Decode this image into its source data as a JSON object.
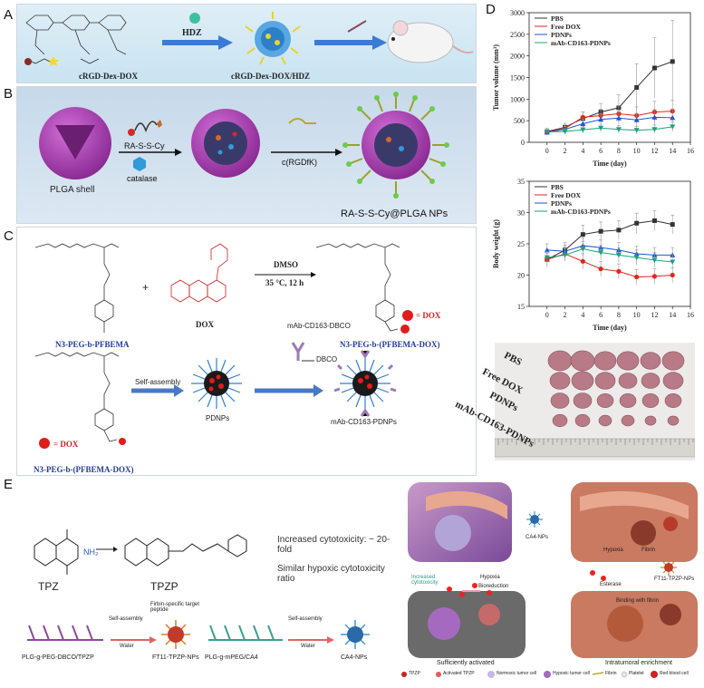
{
  "panels": {
    "A": {
      "letter": "A",
      "label_left": "cRGD-Dex-DOX",
      "reagent": "HDZ",
      "label_product": "cRGD-Dex-DOX/HDZ"
    },
    "B": {
      "letter": "B",
      "shell": "PLGA shell",
      "reagent1": "RA-S-S-Cy",
      "reagent2": "catalase",
      "reagent3": "c(RGDfK)",
      "product": "RA-S-S-Cy@PLGA NPs"
    },
    "C": {
      "letter": "C",
      "polymer": "N3-PEG-b-PFBEMA",
      "drug": "DOX",
      "solvent": "DMSO",
      "conditions": "35 °C, 12 h",
      "conjugate": "N3-PEG-b-(PFBEMA-DOX)",
      "eq_dox": "= DOX",
      "conjugate2": "N3-PEG-b-(PFBEMA-DOX)",
      "eq_dox2": "= DOX",
      "step1": "Self-assembly",
      "antibody": "mAb-CD163-DBCO",
      "dbco": "DBCO",
      "np1": "PDNPs",
      "np2": "mAb-CD163-PDNPs"
    },
    "D": {
      "letter": "D",
      "photo_rows": [
        "PBS",
        "Free DOX",
        "PDNPs",
        "mAb-CD163-PDNPs"
      ]
    },
    "E": {
      "letter": "E",
      "tpz": "TPZ",
      "tpzp": "TPZP",
      "text1": "Increased cytotoxicity: ~ 20-fold",
      "text2": "Similar hypoxic cytotoxicity ratio",
      "sa1": "Self-assembly",
      "water1": "Water",
      "peptide": "Firbin-specific target peptide",
      "poly1": "PLG-g-PEG-DBCO/TPZP",
      "np1": "FT11-TPZP-NPs",
      "poly2": "PLG-g-mPEG/CA4",
      "sa2": "Self-assembly",
      "water2": "Water",
      "np2": "CA4-NPs",
      "ca4": "CA4-NPs",
      "hypoxia": "Hypoxia",
      "fibrin": "Fibrin",
      "ft11": "FT11-TPZP-NPs",
      "esterase": "Esterase",
      "binding": "Binding with fibrin",
      "increased": "Increased cytotoxicity",
      "hypoxia2": "Hypoxia",
      "bioreduction": "Bioreduction",
      "activated": "Sufficiently activated",
      "enrichment": "Intratumoral enrichment",
      "legend": [
        "TPZP",
        "Activated TPZP",
        "Normoxic tumor cell",
        "Hypoxic tumor cell",
        "Fibrin",
        "Platelet",
        "Red blood cell"
      ]
    }
  },
  "chart_data": [
    {
      "type": "line",
      "ylabel": "Tumor volume (mm³)",
      "xlabel": "Time (day)",
      "xlim": [
        -2,
        16
      ],
      "ylim": [
        0,
        3000
      ],
      "xticks": [
        0,
        2,
        4,
        6,
        8,
        10,
        12,
        14,
        16
      ],
      "yticks": [
        0,
        500,
        1000,
        1500,
        2000,
        2500,
        3000
      ],
      "x": [
        0,
        2,
        4,
        6,
        8,
        10,
        12,
        14
      ],
      "legend_position": "top-left",
      "series": [
        {
          "name": "PBS",
          "color": "#333333",
          "marker": "square",
          "values": [
            250,
            350,
            550,
            700,
            800,
            1270,
            1720,
            1870
          ]
        },
        {
          "name": "Free DOX",
          "color": "#e0261e",
          "marker": "circle",
          "values": [
            240,
            320,
            580,
            620,
            660,
            620,
            700,
            720
          ]
        },
        {
          "name": "PDNPs",
          "color": "#1f56d6",
          "marker": "triangle-up",
          "values": [
            230,
            300,
            430,
            530,
            560,
            520,
            580,
            570
          ]
        },
        {
          "name": "mAb-CD163-PDNPs",
          "color": "#1aa37a",
          "marker": "triangle-down",
          "values": [
            240,
            250,
            290,
            330,
            300,
            280,
            300,
            360
          ]
        }
      ],
      "errors": [
        [
          80,
          90,
          150,
          200,
          300,
          550,
          700,
          950
        ],
        [
          60,
          80,
          120,
          150,
          180,
          200,
          250,
          260
        ],
        [
          60,
          70,
          100,
          130,
          150,
          150,
          180,
          200
        ],
        [
          50,
          60,
          80,
          90,
          90,
          90,
          100,
          110
        ]
      ]
    },
    {
      "type": "line",
      "ylabel": "Body weight (g)",
      "xlabel": "Time (day)",
      "xlim": [
        -2,
        16
      ],
      "ylim": [
        15,
        35
      ],
      "xticks": [
        0,
        2,
        4,
        6,
        8,
        10,
        12,
        14,
        16
      ],
      "yticks": [
        15,
        20,
        25,
        30,
        35
      ],
      "x": [
        0,
        2,
        4,
        6,
        8,
        10,
        12,
        14
      ],
      "legend_position": "top-left",
      "series": [
        {
          "name": "PBS",
          "color": "#333333",
          "marker": "square",
          "values": [
            22.5,
            24.0,
            26.5,
            27.0,
            27.2,
            28.3,
            28.7,
            28.1
          ]
        },
        {
          "name": "Free DOX",
          "color": "#e0261e",
          "marker": "circle",
          "values": [
            22.5,
            23.4,
            22.2,
            21.0,
            20.6,
            19.7,
            19.8,
            20.0
          ]
        },
        {
          "name": "PDNPs",
          "color": "#1f56d6",
          "marker": "triangle-up",
          "values": [
            24.0,
            23.8,
            24.7,
            24.4,
            24.0,
            23.4,
            23.2,
            23.2
          ]
        },
        {
          "name": "mAb-CD163-PDNPs",
          "color": "#1aa37a",
          "marker": "triangle-down",
          "values": [
            22.8,
            23.2,
            24.2,
            23.6,
            23.2,
            22.8,
            22.4,
            22.1
          ]
        }
      ],
      "errors": [
        [
          1.2,
          1.2,
          1.5,
          1.5,
          1.5,
          1.6,
          1.6,
          1.5
        ],
        [
          1.0,
          1.0,
          1.2,
          1.2,
          1.2,
          1.2,
          1.2,
          1.2
        ],
        [
          1.0,
          1.0,
          1.2,
          1.2,
          1.2,
          1.2,
          1.2,
          1.2
        ],
        [
          1.0,
          1.0,
          1.2,
          1.2,
          1.2,
          1.2,
          1.2,
          1.2
        ]
      ]
    }
  ]
}
